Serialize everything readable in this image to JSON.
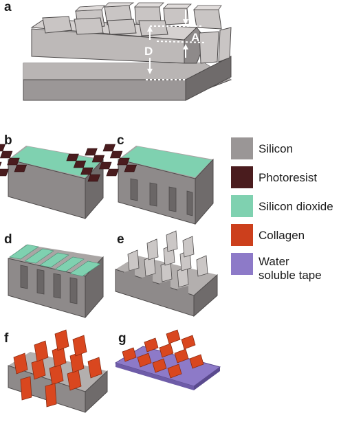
{
  "panels": {
    "a": "a",
    "b": "b",
    "c": "c",
    "d": "d",
    "e": "e",
    "f": "f",
    "g": "g"
  },
  "dimensions": {
    "depth": "D",
    "aperture": "A"
  },
  "legend": [
    {
      "label": "Silicon",
      "color": "#9a9696"
    },
    {
      "label": "Photoresist",
      "color": "#4a1c1e"
    },
    {
      "label": "Silicon dioxide",
      "color": "#7fd1b0"
    },
    {
      "label": "Collagen",
      "color": "#cc3f1c"
    },
    {
      "label": "Water\nsoluble tape",
      "color": "#8d7ac8"
    }
  ]
}
